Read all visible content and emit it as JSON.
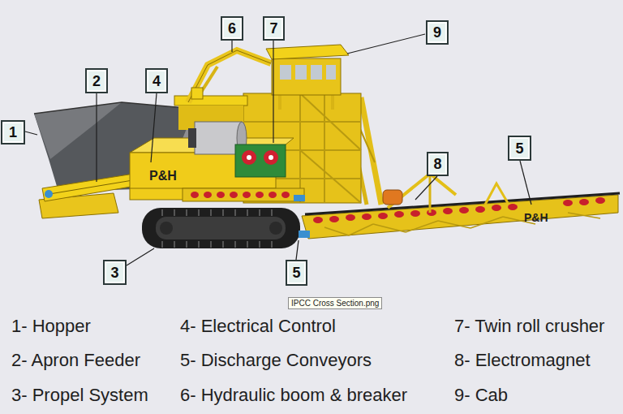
{
  "diagram": {
    "nodes": [
      {
        "text": [
          "6"
        ]
      },
      {
        "text": [
          "7"
        ]
      },
      {
        "text": [
          "9"
        ]
      },
      {
        "text": [
          "2"
        ]
      },
      {
        "text": [
          "4"
        ]
      },
      {
        "text": [
          "1"
        ]
      },
      {
        "text": [
          "5"
        ]
      },
      {
        "text": [
          "8"
        ]
      },
      {
        "text": [
          "3"
        ]
      },
      {
        "text": [
          "5"
        ]
      }
    ],
    "labels": [
      "P&H",
      "P&H",
      "IPCC Cross Section.png",
      "1- Hopper",
      "4- Electrical Control",
      "7- Twin roll crusher",
      "2- Apron Feeder",
      "5- Discharge Conveyors",
      "8- Electromagnet",
      "3- Propel System",
      "6- Hydraulic boom & breaker",
      "9- Cab"
    ]
  }
}
